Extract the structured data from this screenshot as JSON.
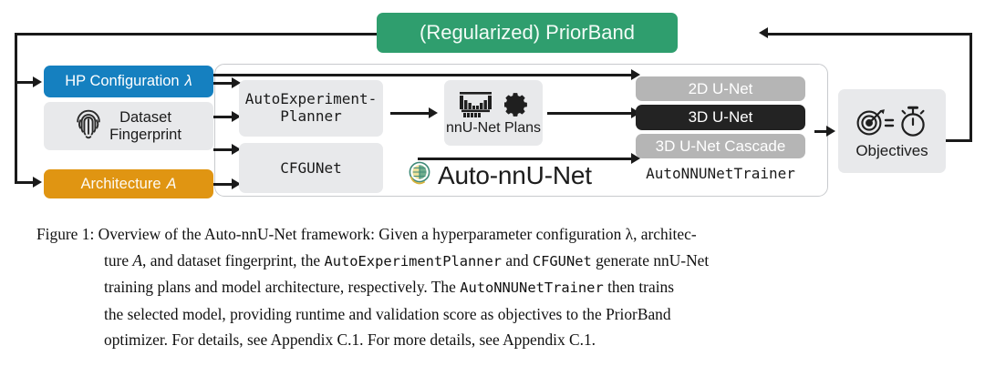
{
  "figure": {
    "optimizer": {
      "label": "(Regularized) PriorBand",
      "color": "#2f9e6e"
    },
    "inputs": [
      {
        "name": "hp-configuration",
        "label": "HP Configuration",
        "symbol": "λ",
        "color": "#1580c0"
      },
      {
        "name": "dataset-fingerprint",
        "label_line1": "Dataset",
        "label_line2": "Fingerprint",
        "icon": "fingerprint-icon",
        "color": "#e8e9eb"
      },
      {
        "name": "architecture",
        "label": "Architecture",
        "symbol": "A",
        "color": "#e09512"
      }
    ],
    "planners": [
      {
        "name": "auto-experiment-planner",
        "line1": "AutoExperiment-",
        "line2": "Planner"
      },
      {
        "name": "cfgunet",
        "line1": "CFGUNet",
        "line2": ""
      }
    ],
    "plans": {
      "name": "nnunet-plans",
      "label": "nnU-Net Plans",
      "icon": "unet-gear-icon"
    },
    "trainer": {
      "name": "auto-nnunet-trainer",
      "label": "AutoNNUNetTrainer",
      "models": [
        {
          "label": "2D U-Net",
          "state": "inactive",
          "color": "#b5b5b5"
        },
        {
          "label": "3D U-Net",
          "state": "selected",
          "color": "#232323"
        },
        {
          "label": "3D U-Net Cascade",
          "state": "inactive",
          "color": "#b5b5b5"
        }
      ]
    },
    "branding": {
      "label": "Auto-nnU-Net",
      "icon": "auto-nnunet-logo"
    },
    "objectives": {
      "name": "objectives",
      "label": "Objectives",
      "icon": "target-stopwatch-icon"
    }
  },
  "caption": {
    "line1_prefix": "Figure 1:",
    "line1": "Overview of the Auto-nnU-Net framework: Given a hyperparameter configuration λ, architec-",
    "line2_a": "ture ",
    "line2_b": "A",
    "line2_c": ", and dataset fingerprint, the ",
    "line2_mono1": "AutoExperimentPlanner",
    "line2_d": " and ",
    "line2_mono2": "CFGUNet",
    "line2_e": " generate nnU-Net",
    "line3_a": "training plans and model architecture, respectively.  The ",
    "line3_mono": "AutoNNUNetTrainer",
    "line3_b": " then trains",
    "line4": "the selected model, providing runtime and validation score as objectives to the PriorBand",
    "line5": "optimizer. For details, see Appendix C.1. For more details, see Appendix C.1."
  }
}
